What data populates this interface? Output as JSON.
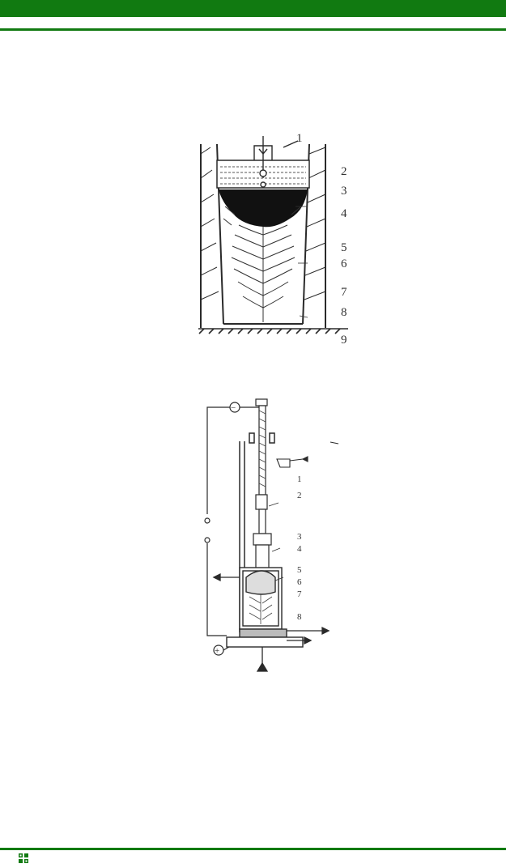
{
  "colors": {
    "accent": "#117a11",
    "ink": "#2a2a2a"
  },
  "figure1": {
    "labels": [
      "1",
      "2",
      "3",
      "4",
      "5",
      "6",
      "7",
      "8",
      "9"
    ]
  },
  "figure2": {
    "labels": [
      "1",
      "2",
      "3",
      "4",
      "5",
      "6",
      "7",
      "8"
    ],
    "minus_sign": "−",
    "plus_sign": "+"
  },
  "footer": {
    "logo_icon": "publisher-logo-icon"
  }
}
